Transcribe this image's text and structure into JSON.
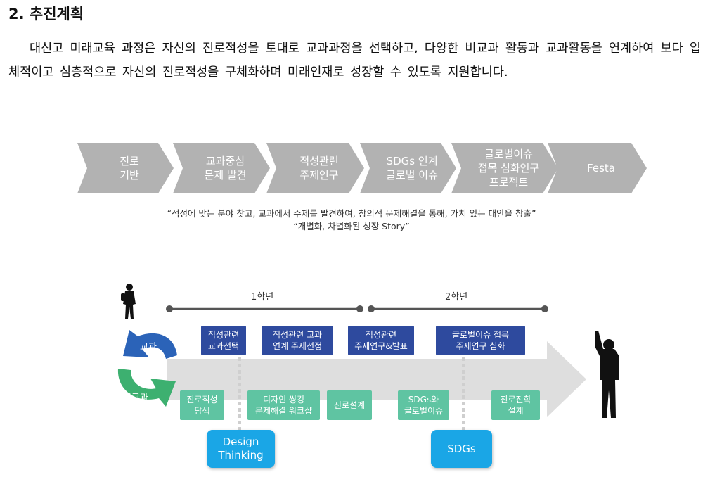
{
  "section_title": "2. 추진계획",
  "intro": "대신고 미래교육 과정은 자신의 진로적성을 토대로 교과과정을 선택하고, 다양한 비교과 활동과 교과활동을 연계하여 보다 입체적이고 심층적으로 자신의 진로적성을 구체화하며 미래인재로 성장할 수 있도록 지원합니다.",
  "process_steps": [
    {
      "label": "진로\n기반"
    },
    {
      "label": "교과중심\n문제 발견"
    },
    {
      "label": "적성관련\n주제연구"
    },
    {
      "label": "SDGs 연계\n글로벌 이슈"
    },
    {
      "label": "글로벌이슈\n접목 심화연구\n프로젝트"
    },
    {
      "label": "Festa"
    }
  ],
  "quote_line1": "“적성에 맞는 분야 찾고, 교과에서 주제를 발견하여, 창의적 문제해결을 통해, 가치 있는 대안을 창출”",
  "quote_line2": "“개별화, 차별화된 성장 Story”",
  "timeline": {
    "grade1": "1학년",
    "grade2": "2학년",
    "cycle_top": "교과",
    "cycle_bottom": "비교과",
    "top_boxes": [
      {
        "label": "적성관련\n교과선택"
      },
      {
        "label": "적성관련 교과\n연계 주제선정"
      },
      {
        "label": "적성관련\n주제연구&발표"
      },
      {
        "label": "글로벌이슈 접목\n주제연구 심화"
      }
    ],
    "bottom_boxes": [
      {
        "label": "진로적성\n탐색"
      },
      {
        "label": "디자인 씽킹\n문제해결 워크샵"
      },
      {
        "label": "진로설계"
      },
      {
        "label": "SDGs와\n글로벌이슈"
      },
      {
        "label": "진로진학\n설계"
      }
    ],
    "callouts": [
      {
        "label": "Design\nThinking"
      },
      {
        "label": "SDGs"
      }
    ]
  },
  "colors": {
    "chevron": "#b2b2b2",
    "top_box": "#2e4a9e",
    "bottom_box": "#5fc4a2",
    "callout": "#1aa6e6",
    "arrow": "#dedede",
    "timeline_line": "#555555"
  }
}
